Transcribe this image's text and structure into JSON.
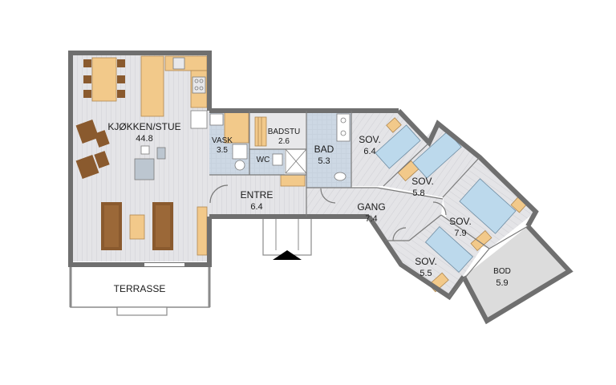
{
  "rooms": {
    "kitchen": {
      "name": "KJØKKEN/STUE",
      "area": "44.8"
    },
    "vask": {
      "name": "VASK",
      "area": "3.5"
    },
    "wc": {
      "name": "WC"
    },
    "badstu": {
      "name": "BADSTU",
      "area": "2.6"
    },
    "bad": {
      "name": "BAD",
      "area": "5.3"
    },
    "entre": {
      "name": "ENTRE",
      "area": "6.4"
    },
    "gang": {
      "name": "GANG",
      "area": "7.4"
    },
    "sov1": {
      "name": "SOV.",
      "area": "6.4"
    },
    "sov2": {
      "name": "SOV.",
      "area": "5.8"
    },
    "sov3": {
      "name": "SOV.",
      "area": "7.9"
    },
    "sov4": {
      "name": "SOV.",
      "area": "5.5"
    },
    "bod": {
      "name": "BOD",
      "area": "5.9"
    },
    "terrasse": {
      "name": "TERRASSE"
    }
  },
  "colors": {
    "wall": "#6f6f6f",
    "floor_wood": "#e3e3e6",
    "floor_tile": "#c9d4e0",
    "furniture_wood": "#f2c98a",
    "sofa": "#8a5a2e",
    "bed": "#bcd9ec",
    "bod_floor": "#dcdcdc"
  }
}
